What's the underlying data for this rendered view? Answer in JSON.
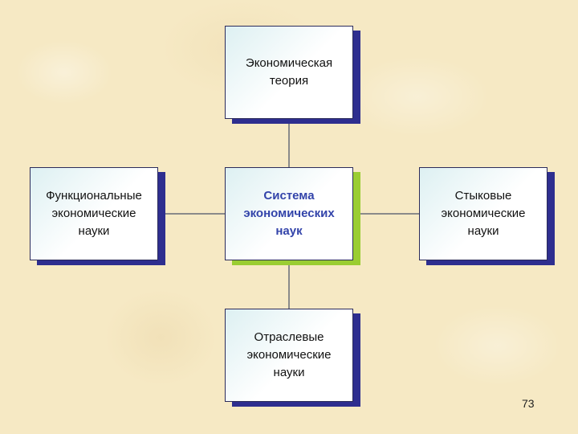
{
  "diagram": {
    "top_box": "Экономическая\nтеория",
    "center_box": "Система\nэкономических\nнаук",
    "left_box": "Функциональные\nэкономические\nнауки",
    "right_box": "Стыковые\nэкономические\nнауки",
    "bottom_box": "Отраслевые\nэкономические\nнауки"
  },
  "colors": {
    "box_shadow": "#2e2e8f",
    "center_shadow": "#9acd32",
    "center_text": "#3344aa",
    "connector": "#8a8a8a"
  },
  "page_number": "73"
}
